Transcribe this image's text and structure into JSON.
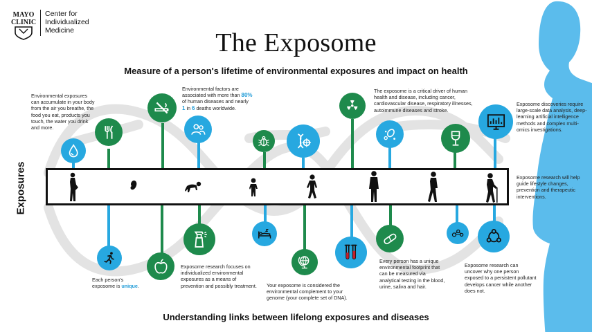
{
  "logo": {
    "line1": "MAYO",
    "line2": "CLINIC",
    "dept_line1": "Center for",
    "dept_line2": "Individualized",
    "dept_line3": "Medicine"
  },
  "title": "The Exposome",
  "subtitle": "Measure of a person's lifetime of environmental exposures and impact on health",
  "axis_label": "Exposures",
  "bottom_title": "Understanding links between lifelong exposures and diseases",
  "notes": {
    "n1": "Environmental exposures can accumulate in your body from the air you breathe, the food you eat, products you touch, the water you drink and more.",
    "n2a": "Environmental factors are associated with more than ",
    "n2b": "80%",
    "n2c": " of human diseases and nearly ",
    "n2d": "1",
    "n2e": " in ",
    "n2f": "6",
    "n2g": " deaths worldwide.",
    "n3": "The exposome is a critical driver of human health and disease, including cancer, cardiovascular disease, respiratory illnesses, autoimmune diseases and stroke.",
    "n4": "Exposome discoveries require large-scale data analysis, deep-learning artificial intelligence methods and complex multi-omics investigations.",
    "n5": "Exposome research will help guide lifestyle changes, prevention and therapeutic interventions.",
    "n6a": "Each person's exposome is ",
    "n6b": "unique",
    "n6c": ".",
    "n7": "Exposome research focuses on individualized environmental exposures as a means of prevention and possibly treatment.",
    "n8": "Your exposome is considered the environmental complement to your genome (your complete set of DNA).",
    "n9": "Every person has a unique environmental footprint that can be measured via analytical testing in the blood, urine, saliva and hair.",
    "n10": "Exposome research can uncover why one person exposed to a persistent pollutant develops cancer while another does not."
  },
  "colors": {
    "green": "#1e8a4c",
    "blue": "#27a8e0",
    "body": "#5bbcec",
    "helix": "#e3e3e3"
  },
  "icons": [
    "water-drop-icon",
    "fork-knife-icon",
    "no-smoking-icon",
    "people-icon",
    "bug-icon",
    "dna-target-icon",
    "radiation-icon",
    "bacteria-icon",
    "wine-glass-icon",
    "data-screen-icon",
    "running-person-icon",
    "apple-icon",
    "spray-bottle-icon",
    "sleeping-bed-icon",
    "globe-icon",
    "test-tubes-icon",
    "pill-icon",
    "molecule-icon",
    "network-cycle-icon"
  ],
  "life_stages": [
    "pregnant-woman",
    "fetus",
    "crawling-baby",
    "toddler",
    "child",
    "adult",
    "older-adult",
    "elderly-with-cane"
  ]
}
